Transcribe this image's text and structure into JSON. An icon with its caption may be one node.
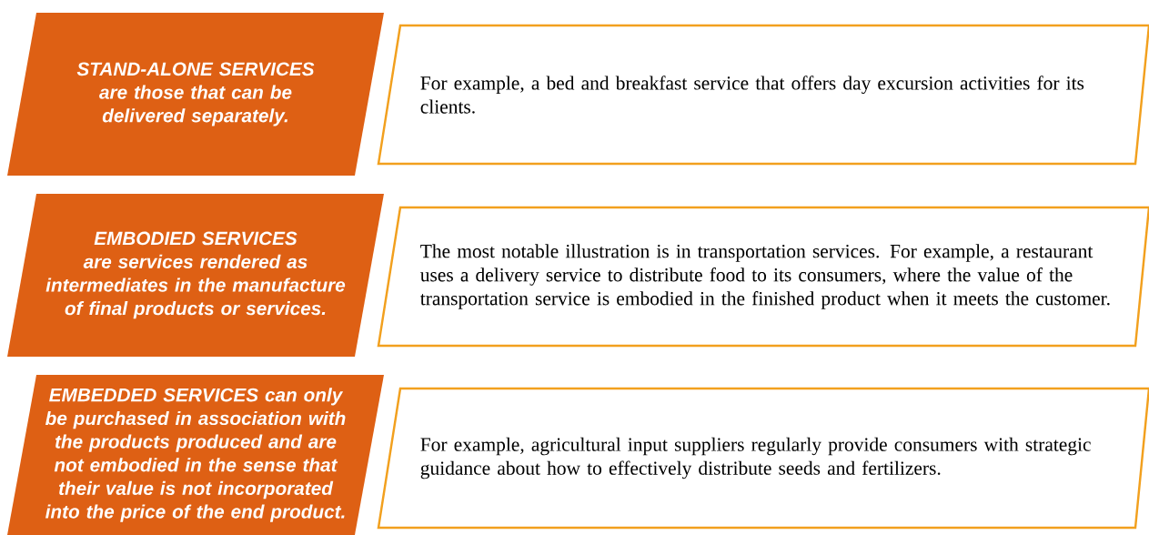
{
  "diagram": {
    "nodes": [
      {
        "text": [
          "STAND-ALONE SERVICES are those that can be delivered separately."
        ]
      },
      {
        "text": [
          "For example, a bed and breakfast service that offers day excursion activities for its clients."
        ]
      },
      {
        "text": [
          "EMBODIED SERVICES are services rendered as intermediates in the manufacture of final products or services."
        ]
      },
      {
        "text": [
          "The most notable illustration is in transportation services. For example, a restaurant uses a delivery service to distribute food to its consumers, where the value of the transportation service is embodied in the finished product when it meets the customer."
        ]
      },
      {
        "text": [
          "EMBEDDED SERVICES can only be purchased in association with the products produced and are not embodied in the sense that their value is not incorporated into the price of the end product."
        ]
      },
      {
        "text": [
          "For example, agricultural input suppliers regularly provide consumers with strategic guidance about how to effectively distribute seeds and fertilizers."
        ]
      }
    ]
  }
}
